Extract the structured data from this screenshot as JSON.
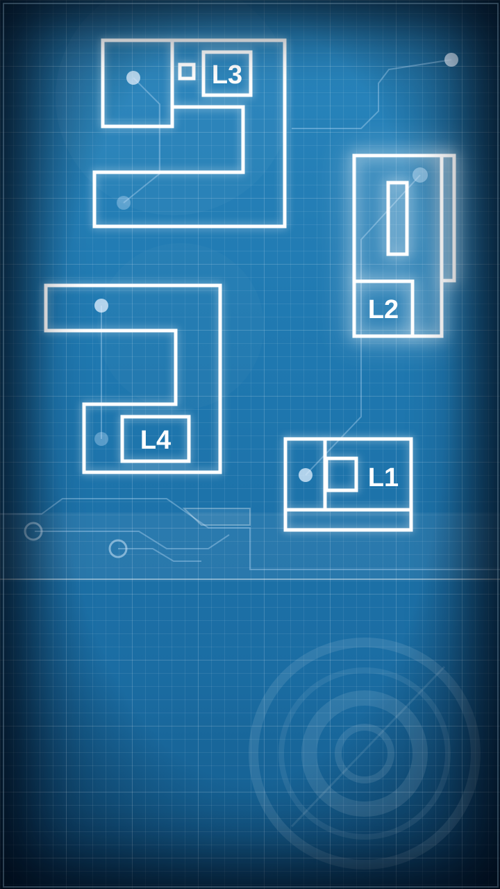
{
  "screen": "level-select",
  "theme": {
    "background": "#1f78b0",
    "line": "#ffffff"
  },
  "levels": [
    {
      "id": "L1",
      "label": "L1",
      "selected": false
    },
    {
      "id": "L2",
      "label": "L2",
      "selected": true
    },
    {
      "id": "L3",
      "label": "L3",
      "selected": false
    },
    {
      "id": "L4",
      "label": "L4",
      "selected": false
    }
  ]
}
